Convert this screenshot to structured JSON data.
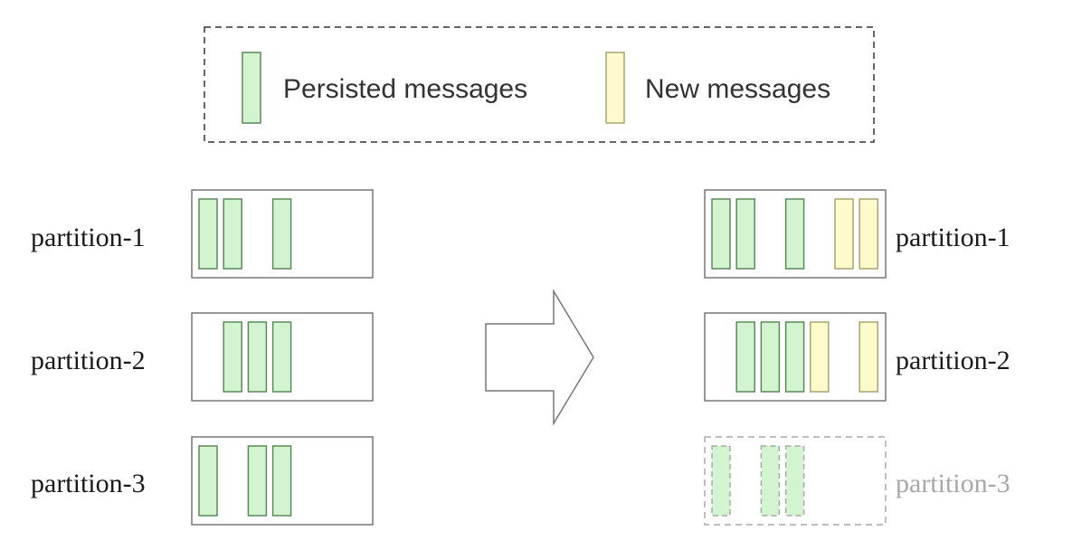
{
  "legend": {
    "persisted_label": "Persisted messages",
    "new_label": "New messages"
  },
  "colors": {
    "persisted_fill": "#d2f5cf",
    "persisted_stroke": "#5a8a5a",
    "new_fill": "#fdfbcb",
    "new_stroke": "#a8a470",
    "box_stroke": "#777777",
    "faded_stroke": "#aaaaaa"
  },
  "before": {
    "partitions": [
      {
        "label": "partition-1",
        "slots": [
          0,
          1,
          3
        ],
        "new_slots": []
      },
      {
        "label": "partition-2",
        "slots": [
          1,
          2,
          3
        ],
        "new_slots": []
      },
      {
        "label": "partition-3",
        "slots": [
          0,
          2,
          3
        ],
        "new_slots": []
      }
    ]
  },
  "after": {
    "partitions": [
      {
        "label": "partition-1",
        "slots": [
          0,
          1,
          3
        ],
        "new_slots": [
          5,
          6
        ],
        "faded": false
      },
      {
        "label": "partition-2",
        "slots": [
          1,
          2,
          3
        ],
        "new_slots": [
          4,
          6
        ],
        "faded": false
      },
      {
        "label": "partition-3",
        "slots": [
          0,
          2,
          3
        ],
        "new_slots": [],
        "faded": true
      }
    ]
  }
}
